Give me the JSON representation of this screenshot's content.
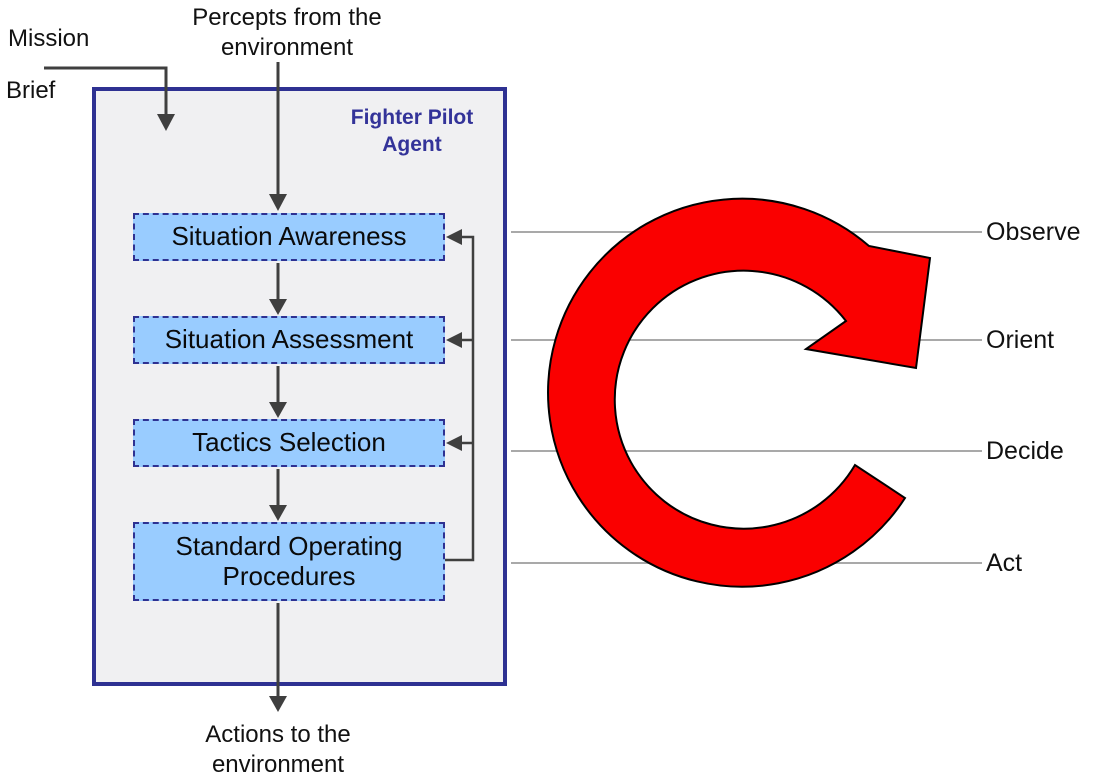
{
  "diagram": {
    "agent_title": "Fighter Pilot Agent",
    "mission_label": "Mission",
    "brief_label": "Brief",
    "percepts_label": "Percepts from the environment",
    "actions_label": "Actions to the environment",
    "pipeline": [
      {
        "label": "Situation Awareness"
      },
      {
        "label": "Situation Assessment"
      },
      {
        "label": "Tactics Selection"
      },
      {
        "label": "Standard Operating Procedures"
      }
    ],
    "ooda_loop": [
      {
        "label": "Observe"
      },
      {
        "label": "Orient"
      },
      {
        "label": "Decide"
      },
      {
        "label": "Act"
      }
    ],
    "colors": {
      "agent_border": "#2e3192",
      "agent_fill": "#f0f0f2",
      "process_fill": "#99ccff",
      "process_border": "#2e3192",
      "title_text": "#333399",
      "flow_arrow": "#3f3f3f",
      "loop_red": "#fa0000",
      "loop_outline": "#000000",
      "connector_gray": "#a9a9a9"
    }
  }
}
